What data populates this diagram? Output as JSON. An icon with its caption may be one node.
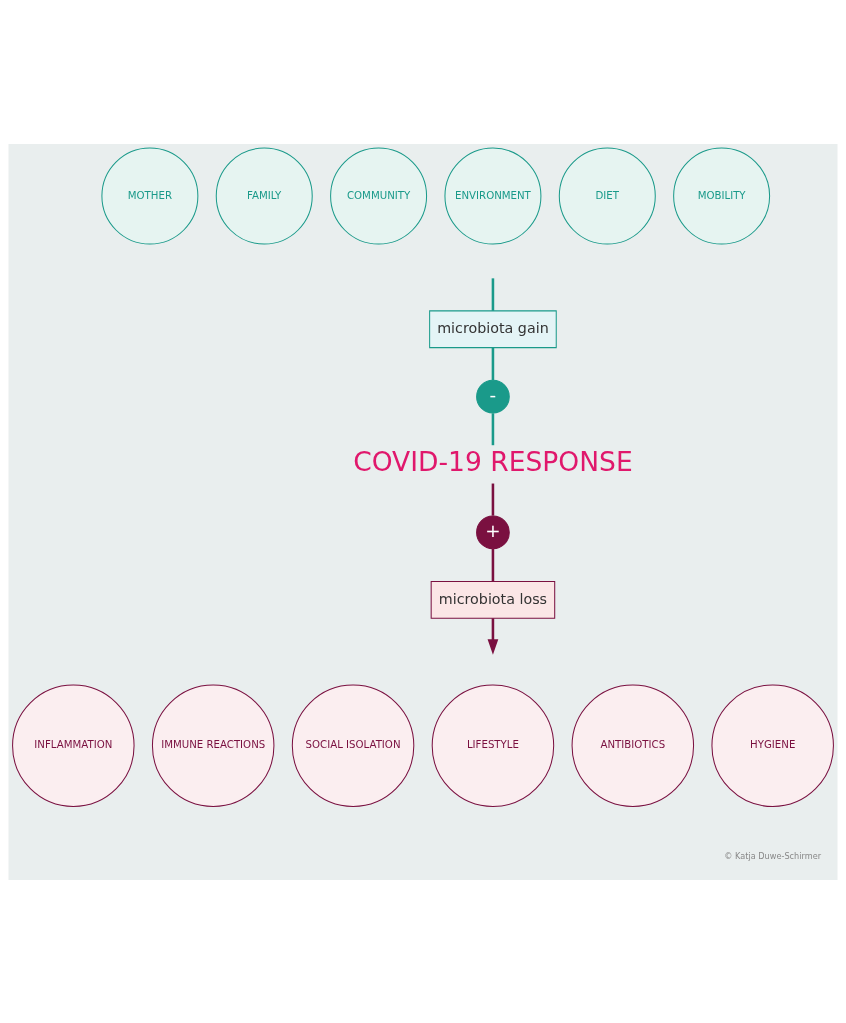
{
  "diagram": {
    "nodes": [
      {
        "text": [
          "MOTHER"
        ]
      },
      {
        "text": [
          "FAMILY"
        ]
      },
      {
        "text": [
          "COMMUNITY"
        ]
      },
      {
        "text": [
          "ENVIRONMENT"
        ]
      },
      {
        "text": [
          "DIET"
        ]
      },
      {
        "text": [
          "MOBILITY"
        ]
      },
      {
        "text": [
          "microbiota gain"
        ]
      },
      {
        "text": [
          "-"
        ]
      },
      {
        "text": [
          "COVID-19 RESPONSE"
        ]
      },
      {
        "text": [
          "+"
        ]
      },
      {
        "text": [
          "microbiota loss"
        ]
      },
      {
        "text": [
          "INFLAMMATION"
        ]
      },
      {
        "text": [
          "IMMUNE REACTIONS"
        ]
      },
      {
        "text": [
          "SOCIAL ISOLATION"
        ]
      },
      {
        "text": [
          "LIFESTYLE"
        ]
      },
      {
        "text": [
          "ANTIBIOTICS"
        ]
      },
      {
        "text": [
          "HYGIENE"
        ]
      }
    ],
    "edges": [
      {
        "from": null,
        "to": 6,
        "arrow": "none"
      },
      {
        "from": 6,
        "to": 7,
        "arrow": "none"
      },
      {
        "from": 7,
        "to": 8,
        "arrow": "none"
      },
      {
        "from": 8,
        "to": 9,
        "arrow": "none",
        "color": "#7a1040"
      },
      {
        "from": 9,
        "to": 10,
        "arrow": "none",
        "color": "#7a1040"
      },
      {
        "from": 10,
        "to": null,
        "arrow": "to",
        "color": "#7a1040"
      }
    ],
    "labels": [
      "© Katja Duwe-Schirmer"
    ]
  }
}
